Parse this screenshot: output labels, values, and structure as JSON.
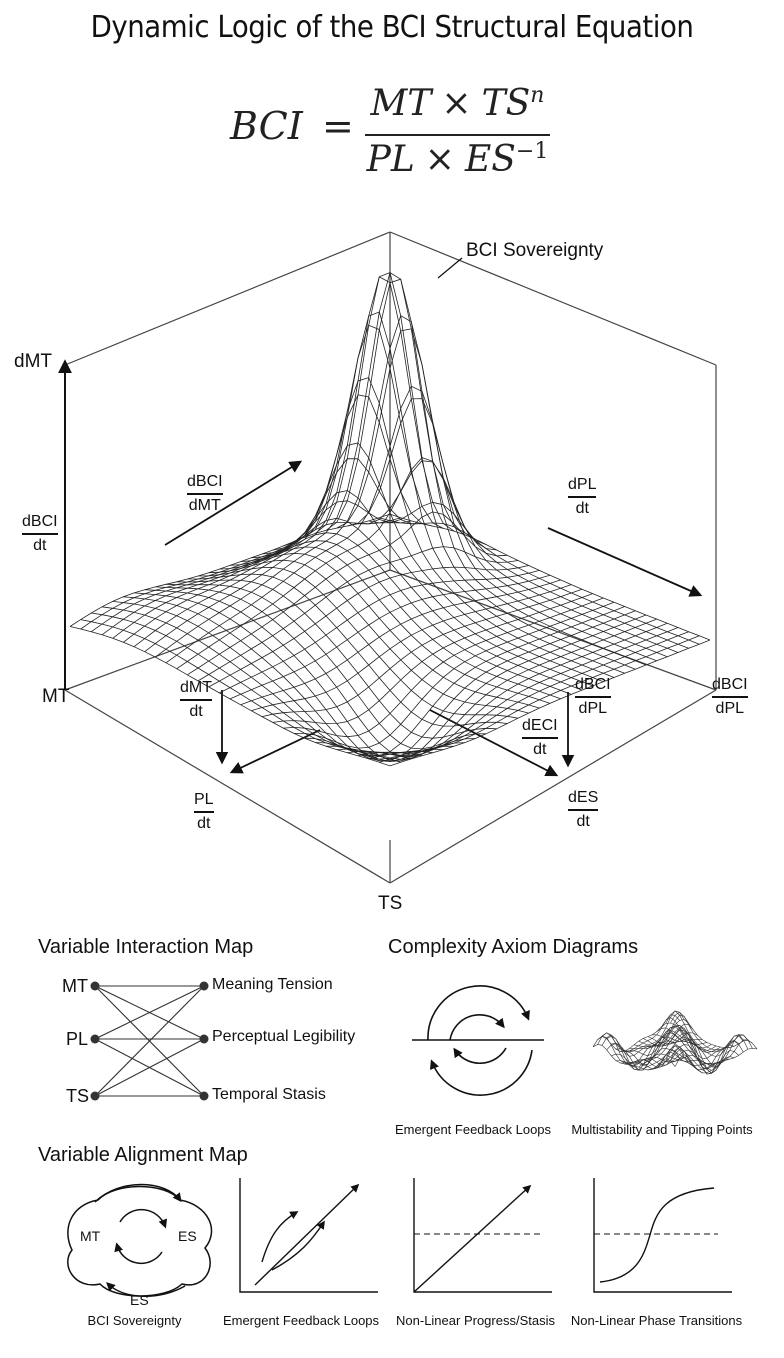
{
  "title": "Dynamic Logic of the BCI Structural Equation",
  "equation": {
    "lhs": "BCI",
    "equals": "=",
    "numerator_a": "MT",
    "times": "×",
    "numerator_b": "TS",
    "numerator_exp": "n",
    "denominator_a": "PL",
    "denominator_b": "ES",
    "denominator_exp": "−1"
  },
  "surface_plot": {
    "peak_label": "BCI Sovereignty",
    "axis_dMT": "dMT",
    "axis_MT": "MT",
    "axis_TS": "TS",
    "frac_dBCI_dt": {
      "num": "dBCI",
      "den": "dt"
    },
    "frac_dBCI_dMT": {
      "num": "dBCI",
      "den": "dMT"
    },
    "frac_dPL_dt": {
      "num": "dPL",
      "den": "dt"
    },
    "frac_dMT_dt": {
      "num": "dMT",
      "den": "dt"
    },
    "frac_PL_dt": {
      "num": "PL",
      "den": "dt"
    },
    "frac_dBCI_dPL_inner": {
      "num": "dBCI",
      "den": "dPL"
    },
    "frac_dECI_dt": {
      "num": "dECI",
      "den": "dt"
    },
    "frac_dES_dt": {
      "num": "dES",
      "den": "dt"
    },
    "frac_dBCI_dPL_outer": {
      "num": "dBCI",
      "den": "dPL"
    }
  },
  "interaction_map": {
    "title": "Variable Interaction Map",
    "left_nodes": [
      "MT",
      "PL",
      "TS"
    ],
    "right_nodes": [
      "Meaning Tension",
      "Perceptual Legibility",
      "Temporal Stasis"
    ]
  },
  "complexity": {
    "title": "Complexity Axiom Diagrams",
    "caption_loops": "Emergent Feedback Loops",
    "caption_multistability": "Multistability and Tipping Points"
  },
  "alignment": {
    "title": "Variable Alignment Map",
    "cycle_labels": {
      "mt": "MT",
      "es_right": "ES",
      "es_bottom": "ES"
    },
    "captions": [
      "BCI Sovereignty",
      "Emergent Feedback Loops",
      "Non-Linear Progress/Stasis",
      "Non-Linear Phase Transitions"
    ]
  },
  "colors": {
    "ink": "#111111",
    "grid": "#222222",
    "background": "#ffffff"
  }
}
